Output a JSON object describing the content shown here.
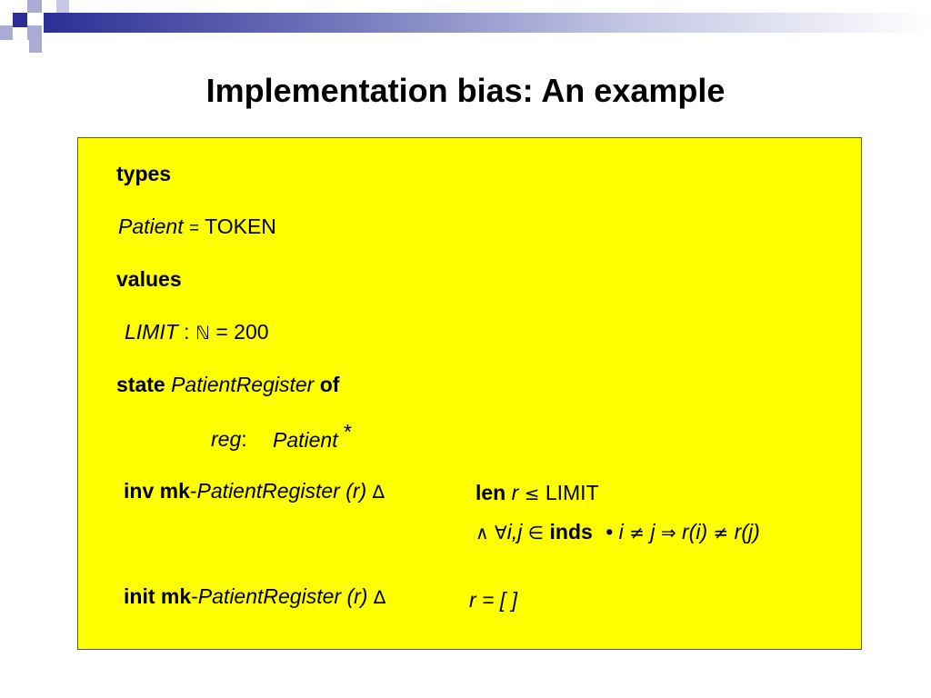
{
  "slide": {
    "title": "Implementation bias: An example"
  },
  "spec": {
    "types_kw": "types",
    "patient_name": "Patient",
    "patient_eq": "=",
    "patient_type": "TOKEN",
    "values_kw": "values",
    "limit_name": "LIMIT",
    "limit_colon": ":",
    "limit_type_symbol": "ℕ",
    "limit_eq": "= 200",
    "state_kw": "state",
    "state_name": "PatientRegister",
    "of_kw": "of",
    "reg_field": "reg",
    "reg_colon": ":",
    "reg_type": "Patient",
    "reg_star": "*",
    "inv_kw": "inv mk",
    "inv_dash": "-",
    "inv_name": "PatientRegister",
    "inv_args": "(r)",
    "inv_delta": "∆",
    "inv_len_kw": "len",
    "inv_len_r": "r",
    "inv_le": "≤",
    "inv_limit": "LIMIT",
    "inv_and": "∧",
    "inv_forall": "∀",
    "inv_ij": "i,j",
    "inv_in": "∈",
    "inv_inds": "inds",
    "inv_bullet": "•",
    "inv_i": "i",
    "inv_neq1": "≠",
    "inv_j": "j",
    "inv_implies": "⇒",
    "inv_ri": "r(i)",
    "inv_neq2": "≠",
    "inv_rj": "r(j)",
    "init_kw": "init mk",
    "init_dash": "-",
    "init_name": "PatientRegister",
    "init_args": "(r)",
    "init_delta": "∆",
    "init_body": "r = [ ]"
  },
  "colors": {
    "box_fill": "#ffff00",
    "header_navy": "#2b2f95",
    "header_light": "#a9abd4"
  }
}
